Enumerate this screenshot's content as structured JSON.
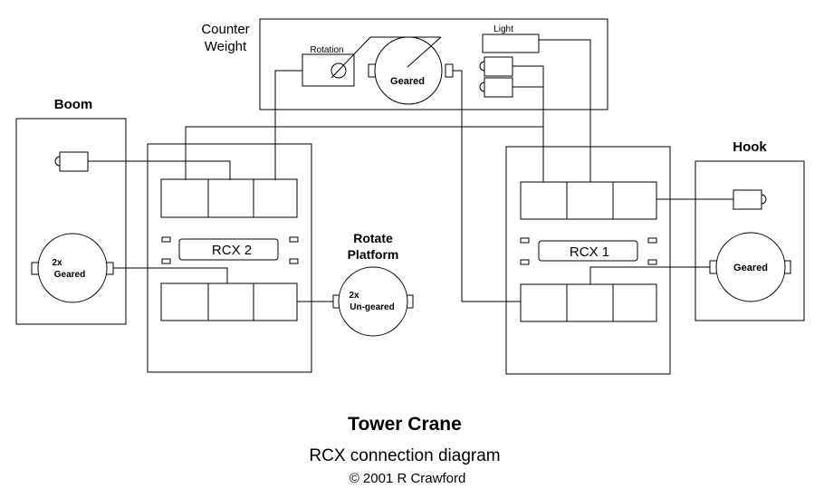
{
  "labels": {
    "counterweight_line1": "Counter",
    "counterweight_line2": "Weight",
    "boom": "Boom",
    "hook": "Hook",
    "rotate_line1": "Rotate",
    "rotate_line2": "Platform",
    "rcx2": "RCX 2",
    "rcx1": "RCX 1",
    "rotation_sensor": "Rotation",
    "light": "Light",
    "geared_cw": "Geared",
    "boom_motor_line1": "2x",
    "boom_motor_line2": "Geared",
    "rotate_motor_line1": "2x",
    "rotate_motor_line2": "Un-geared",
    "hook_motor": "Geared"
  },
  "footer": {
    "title": "Tower Crane",
    "subtitle": "RCX connection diagram",
    "credit": "© 2001 R Crawford"
  }
}
